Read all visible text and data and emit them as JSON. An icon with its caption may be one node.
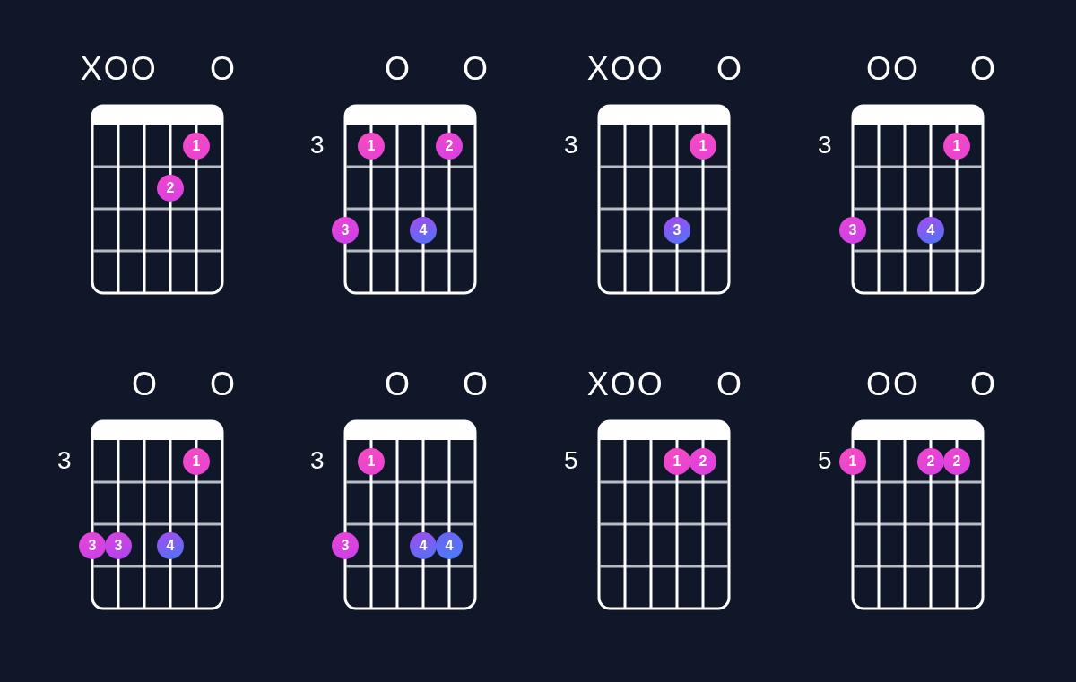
{
  "diagram": {
    "nodes": [
      {
        "text": [
          "1"
        ]
      },
      {
        "text": [
          "2"
        ]
      },
      {
        "text": [
          "1"
        ]
      },
      {
        "text": [
          "2"
        ]
      },
      {
        "text": [
          "3"
        ]
      },
      {
        "text": [
          "4"
        ]
      },
      {
        "text": [
          "1"
        ]
      },
      {
        "text": [
          "3"
        ]
      },
      {
        "text": [
          "1"
        ]
      },
      {
        "text": [
          "3"
        ]
      },
      {
        "text": [
          "4"
        ]
      },
      {
        "text": [
          "1"
        ]
      },
      {
        "text": [
          "3"
        ]
      },
      {
        "text": [
          "3"
        ]
      },
      {
        "text": [
          "4"
        ]
      },
      {
        "text": [
          "1"
        ]
      },
      {
        "text": [
          "3"
        ]
      },
      {
        "text": [
          "4"
        ]
      },
      {
        "text": [
          "4"
        ]
      },
      {
        "text": [
          "1"
        ]
      },
      {
        "text": [
          "2"
        ]
      },
      {
        "text": [
          "1"
        ]
      },
      {
        "text": [
          "2"
        ]
      },
      {
        "text": [
          "2"
        ]
      }
    ],
    "labels": [
      "XOO",
      "O",
      "O",
      "O",
      "XOO",
      "O",
      "OO",
      "O",
      "3",
      "3",
      "3",
      "O",
      "O",
      "O",
      "O",
      "XOO",
      "O",
      "OO",
      "O",
      "3",
      "3",
      "5",
      "5"
    ]
  }
}
